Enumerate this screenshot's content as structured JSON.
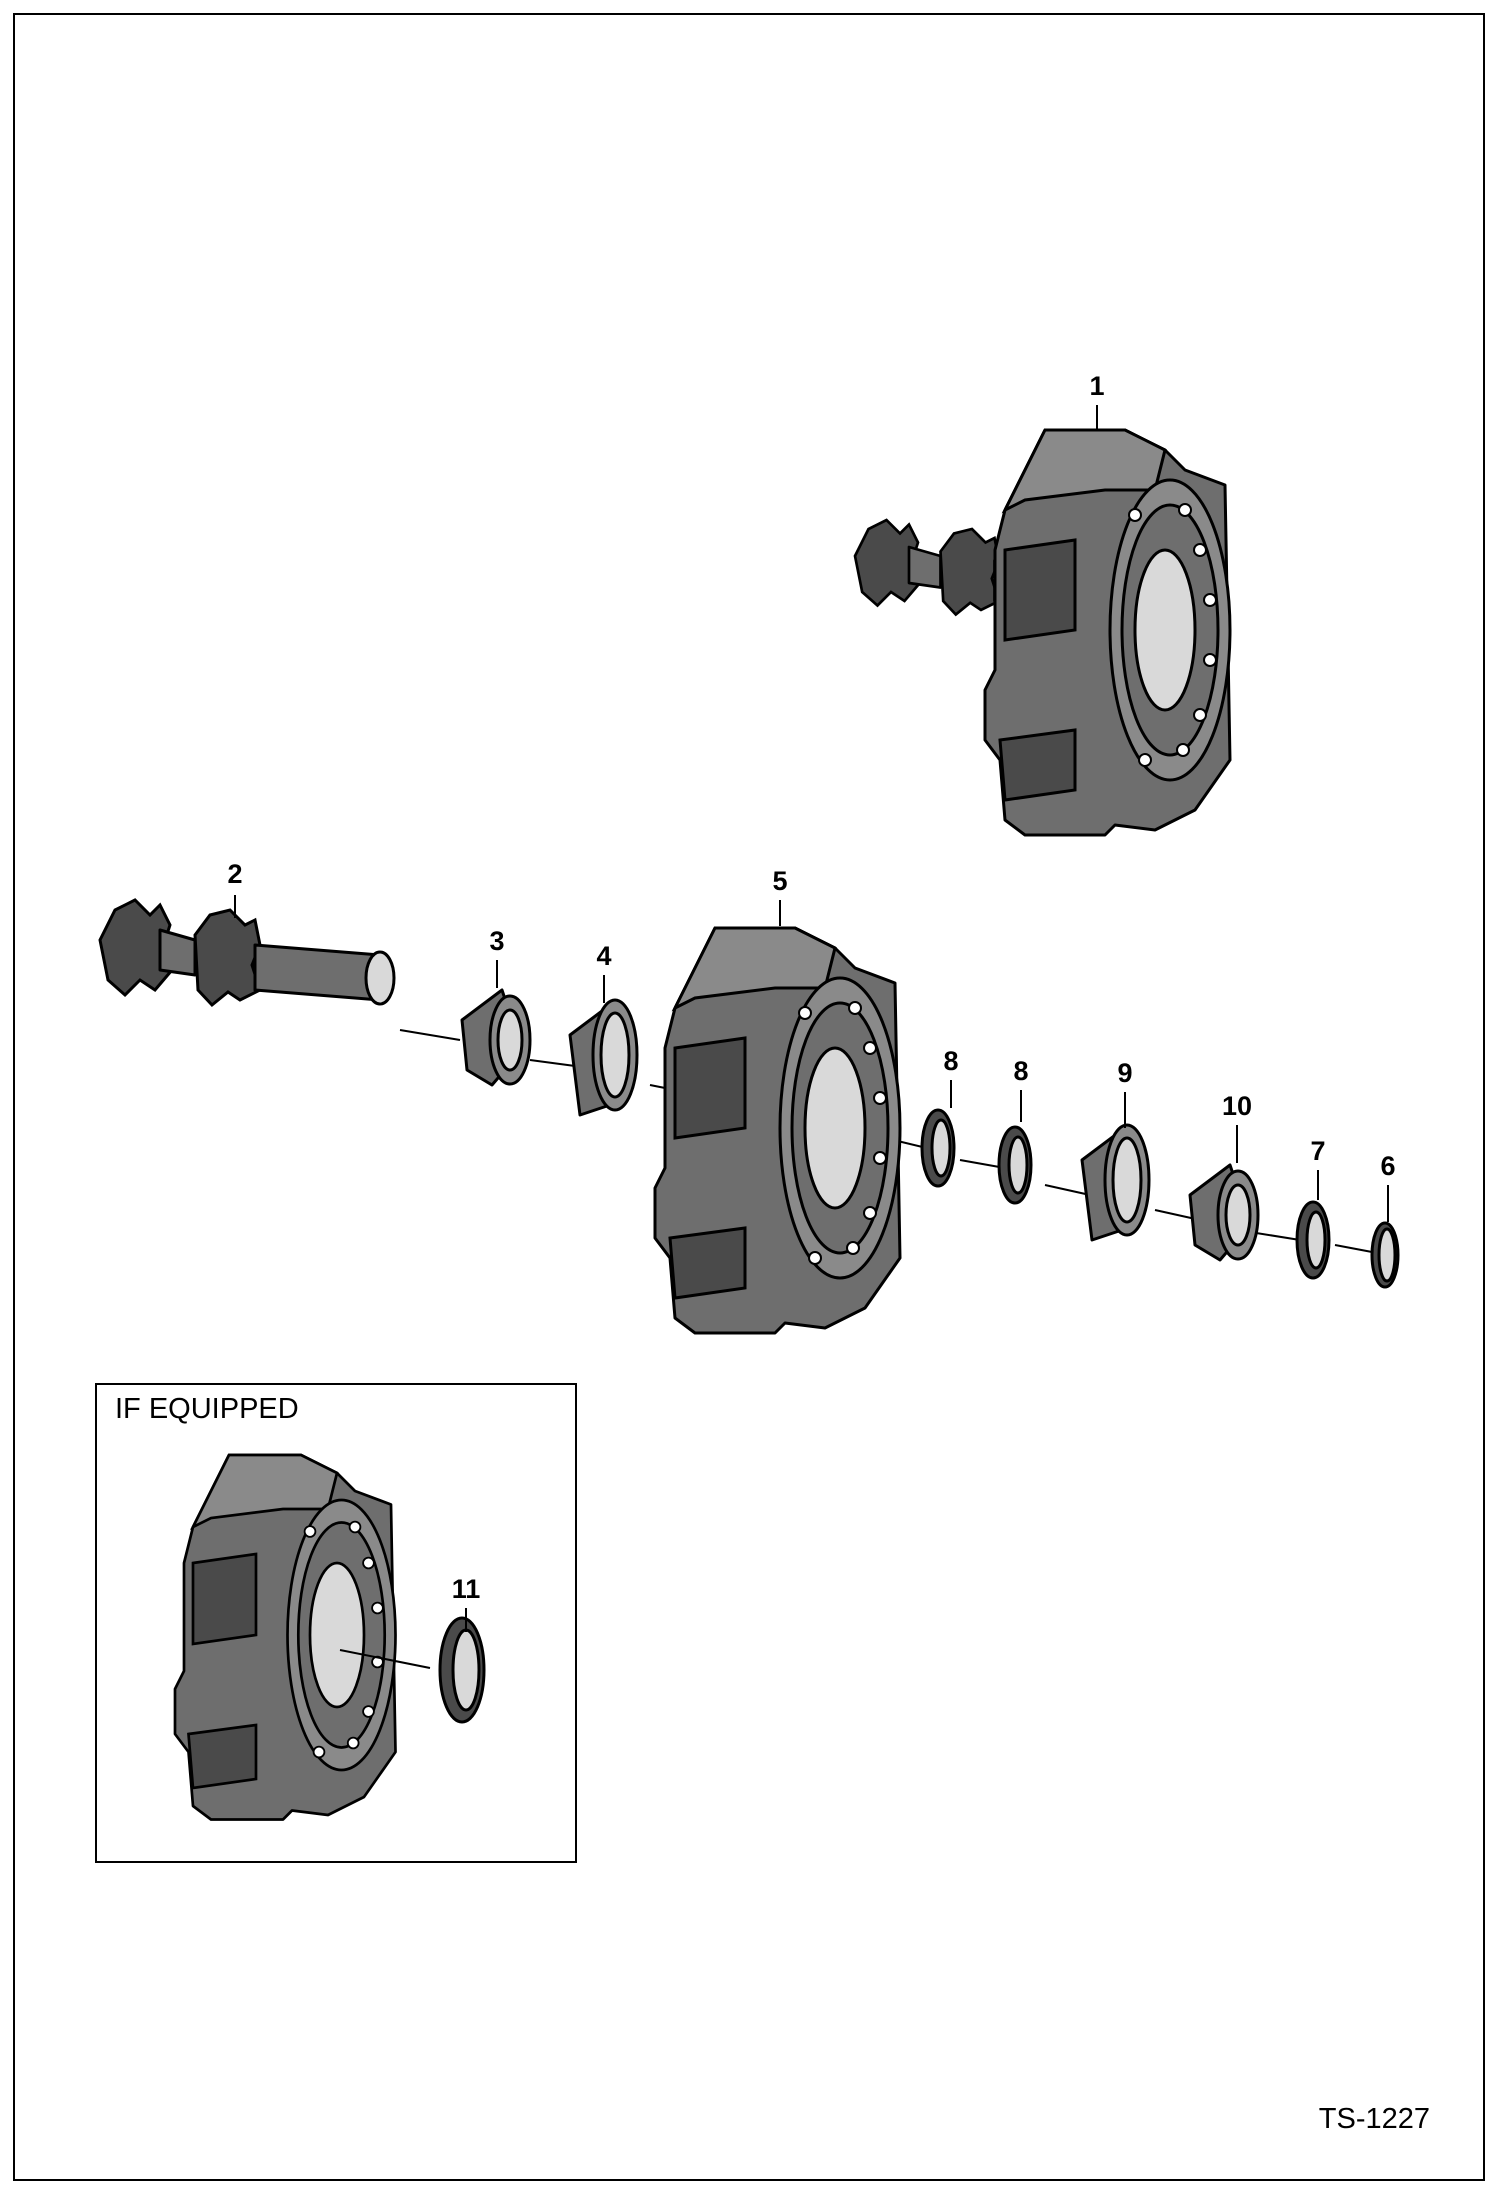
{
  "callouts": {
    "c1": "1",
    "c2": "2",
    "c3": "3",
    "c4": "4",
    "c5": "5",
    "c6": "6",
    "c7": "7",
    "c8a": "8",
    "c8b": "8",
    "c9": "9",
    "c10": "10",
    "c11": "11"
  },
  "inset": {
    "title": "IF EQUIPPED"
  },
  "drawing_id": "TS-1227"
}
